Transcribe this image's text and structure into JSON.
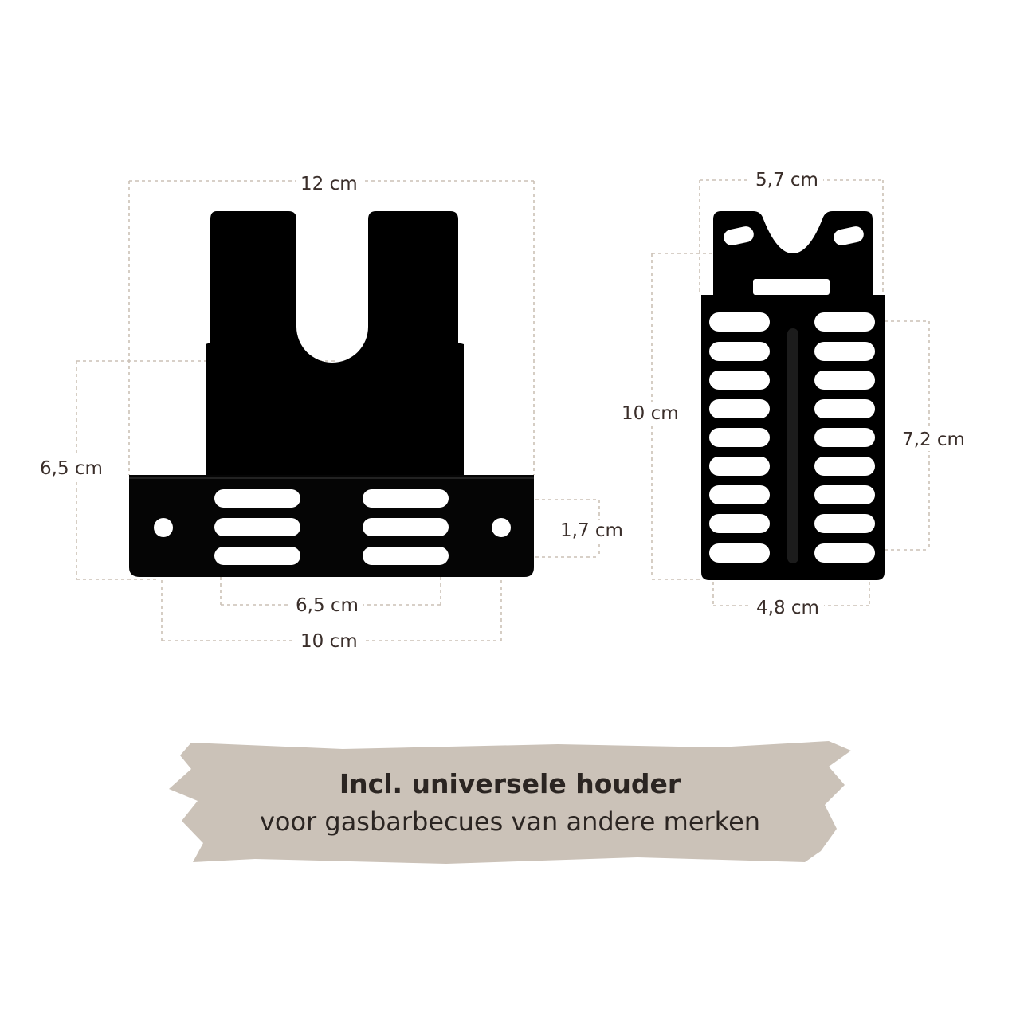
{
  "colors": {
    "bracket": "#000000",
    "dimension_line": "#c9bfb5",
    "banner": "#cbc2b8",
    "text": "#3a2e2a"
  },
  "left_bracket": {
    "dim_width_top": "12 cm",
    "dim_height": "6,5 cm",
    "dim_slot_height": "1,7 cm",
    "dim_slots_width": "6,5 cm",
    "dim_holes_width": "10 cm"
  },
  "right_bracket": {
    "dim_width_top": "5,7 cm",
    "dim_height": "10 cm",
    "dim_slot_span": "7,2 cm",
    "dim_width_bottom": "4,8 cm"
  },
  "banner": {
    "title": "Incl. universele houder",
    "subtitle": "voor gasbarbecues van andere merken"
  }
}
